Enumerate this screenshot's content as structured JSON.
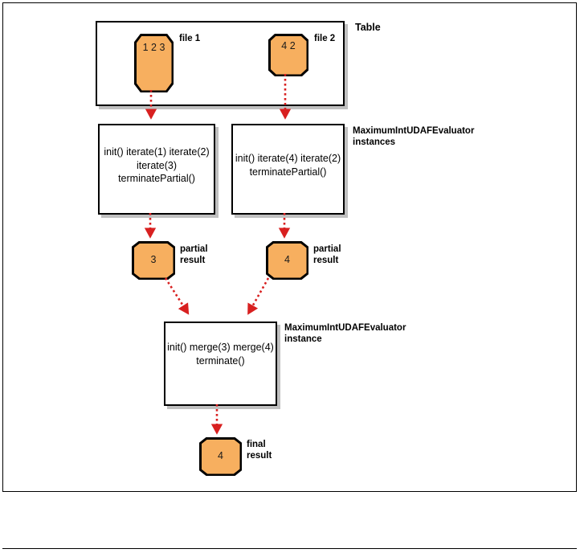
{
  "diagram": {
    "title_label": "Table",
    "colors": {
      "shape_fill": "#F7AF5F",
      "shape_stroke": "#000000",
      "arrow": "#D82020",
      "box_fill": "#FFFFFF"
    },
    "table": {
      "label": "Table",
      "files": [
        {
          "name": "file 1",
          "values": "1\n2\n3"
        },
        {
          "name": "file 2",
          "values": "4\n2"
        }
      ]
    },
    "evaluators": {
      "label": "MaximumIntUDAFEvaluator\ninstances",
      "instances": [
        {
          "calls": "init()\niterate(1)\niterate(2)\niterate(3)\nterminatePartial()"
        },
        {
          "calls": "init()\niterate(4)\niterate(2)\nterminatePartial()"
        }
      ]
    },
    "partial_results": [
      {
        "value": "3",
        "label": "partial\nresult"
      },
      {
        "value": "4",
        "label": "partial\nresult"
      }
    ],
    "merge": {
      "label": "MaximumIntUDAFEvaluator\ninstance",
      "calls": "init()\nmerge(3)\nmerge(4)\nterminate()"
    },
    "final_result": {
      "value": "4",
      "label": "final\nresult"
    }
  }
}
